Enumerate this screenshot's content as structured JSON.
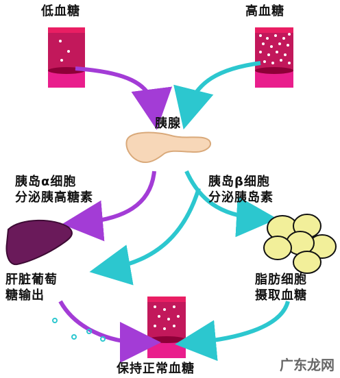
{
  "labels": {
    "low": "低血糖",
    "high": "高血糖",
    "pancreas": "胰腺",
    "alpha_line1": "胰岛α细胞",
    "alpha_line2": "分泌胰高糖素",
    "beta_line1": "胰岛β细胞",
    "beta_line2": "分泌胰岛素",
    "liver_line1": "肝脏葡萄",
    "liver_line2": "糖输出",
    "fat_line1": "脂肪细胞",
    "fat_line2": "摄取血糖",
    "result": "保持正常血糖"
  },
  "watermark": "广东龙网",
  "colors": {
    "vessel": "#d81b60",
    "vessel_dark": "#8e0038",
    "vessel_cap": "#e91e8c",
    "purple_arrow": "#a33cd6",
    "cyan_arrow": "#2cc7cf",
    "pancreas": "#f7d7b8",
    "liver": "#6a1a5a",
    "fat": "#f2ef9a"
  }
}
